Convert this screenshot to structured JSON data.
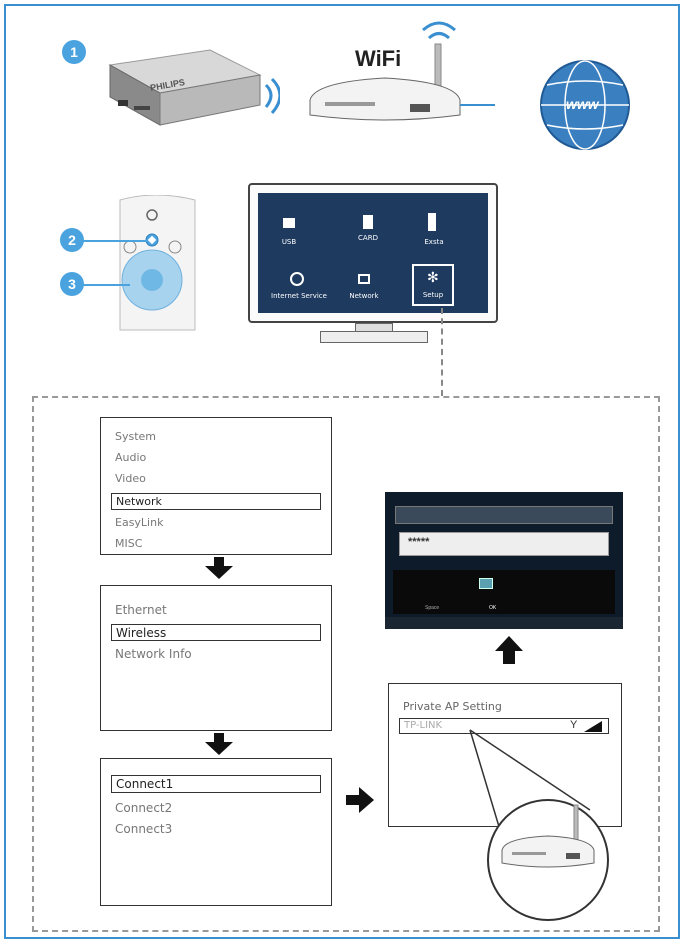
{
  "router": {
    "label": "WiFi"
  },
  "globe": {
    "label": "www"
  },
  "device": {
    "brand": "PHILIPS"
  },
  "steps": [
    "1",
    "2",
    "3"
  ],
  "tv_menu": {
    "items": [
      {
        "label": "USB",
        "icon": "usb-drive-icon"
      },
      {
        "label": "CARD",
        "icon": "sd-card-icon"
      },
      {
        "label": "Exsta",
        "icon": "storage-icon"
      },
      {
        "label": "Internet Service",
        "icon": "internet-globe-icon"
      },
      {
        "label": "Network",
        "icon": "network-icon"
      },
      {
        "label": "Setup",
        "icon": "gear-icon"
      }
    ]
  },
  "setup_menu": {
    "items": [
      "System",
      "Audio",
      "Video",
      "Network",
      "EasyLink",
      "MISC"
    ],
    "selected": "Network"
  },
  "network_menu": {
    "items": [
      "Ethernet",
      "Wireless",
      "Network Info"
    ],
    "selected": "Wireless"
  },
  "connect_menu": {
    "items": [
      "Connect1",
      "Connect2",
      "Connect3"
    ],
    "selected": "Connect1"
  },
  "ap_setting": {
    "title": "Private AP Setting",
    "ssid": "TP-LINK"
  },
  "keyboard_screen": {
    "password_mask": "*****",
    "bottom_labels": [
      "Space",
      "OK"
    ]
  },
  "colors": {
    "accent": "#3a8fd0",
    "tv_screen": "#1e3a5f",
    "step_badge": "#4aa3df"
  }
}
